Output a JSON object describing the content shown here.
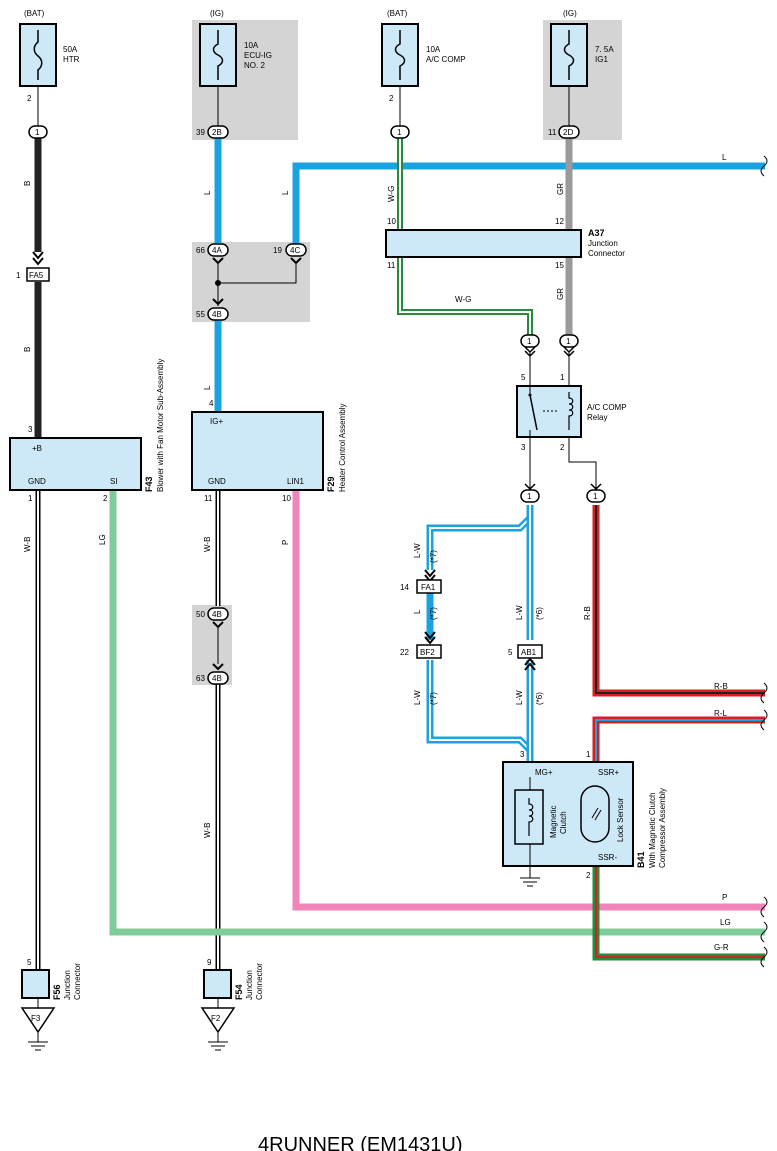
{
  "supply": {
    "bat1": "(BAT)",
    "ig1": "(IG)",
    "bat2": "(BAT)",
    "ig2": "(IG)"
  },
  "fuses": {
    "htr": {
      "amp": "50A",
      "name": "HTR"
    },
    "ecu": {
      "amp": "10A",
      "name1": "ECU-IG",
      "name2": "NO. 2"
    },
    "acc": {
      "amp": "10A",
      "name": "A/C COMP"
    },
    "ig1f": {
      "amp": "7. 5A",
      "name": "IG1"
    }
  },
  "connectors": {
    "c1": "1",
    "c2B": "2B",
    "c4A": "4A",
    "c4C": "4C",
    "c4B": "4B",
    "c2D": "2D",
    "FA5": "FA5",
    "FA1": "FA1",
    "BF2": "BF2",
    "AB1": "AB1"
  },
  "wires": {
    "B": "B",
    "L": "L",
    "WG": "W-G",
    "GR": "GR",
    "WB": "W-B",
    "LG": "LG",
    "P": "P",
    "LW": "L-W",
    "RB": "R-B",
    "RL": "R-L",
    "GR2": "G-R",
    "note7": "(*7)",
    "note6": "(*6)"
  },
  "components": {
    "a37": {
      "code": "A37",
      "name1": "Junction",
      "name2": "Connector"
    },
    "relay": {
      "name1": "A/C COMP",
      "name2": "Relay"
    },
    "f43": {
      "code": "F43",
      "name": "Blower with Fan Motor Sub-Assembly",
      "p1": "+B",
      "p2": "GND",
      "p3": "SI"
    },
    "f29": {
      "code": "F29",
      "name": "Heater Control Assembly",
      "p1": "IG+",
      "p2": "GND",
      "p3": "LIN1"
    },
    "b41": {
      "code": "B41",
      "name1": "With Magnetic Clutch",
      "name2": "Compressor Assembly",
      "p1": "MG+",
      "p2": "SSR+",
      "p3": "SSR-",
      "mc1": "Magnetic",
      "mc2": "Clutch",
      "ls": "Lock Sensor"
    },
    "f56": {
      "code": "F56",
      "name1": "Junction",
      "name2": "Connector"
    },
    "f54": {
      "code": "F54",
      "name1": "Junction",
      "name2": "Connector"
    },
    "g3": "F3",
    "g2": "F2"
  },
  "pins": {
    "n1": "1",
    "n2": "2",
    "n3": "3",
    "n4": "4",
    "n5": "5",
    "n9": "9",
    "n10": "10",
    "n11": "11",
    "n12": "12",
    "n14": "14",
    "n15": "15",
    "n19": "19",
    "n22": "22",
    "n39": "39",
    "n50": "50",
    "n55": "55",
    "n63": "63",
    "n66": "66"
  },
  "footer": "4RUNNER (EM1431U)"
}
